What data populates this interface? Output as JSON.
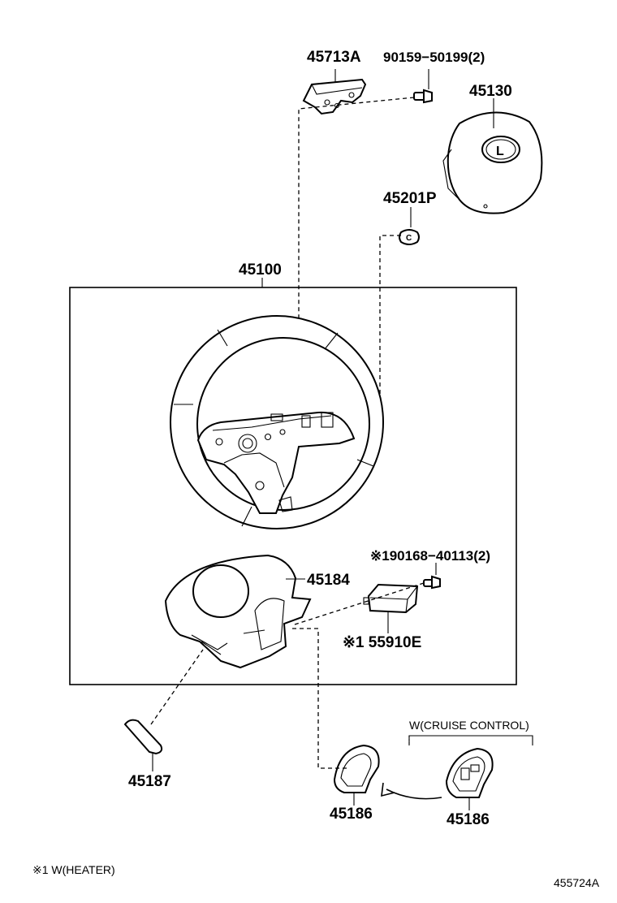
{
  "labels": {
    "p45713a": "45713A",
    "p90159": "90159−50199(2)",
    "p45130": "45130",
    "p45201p": "45201P",
    "p45100": "45100",
    "p90168": "※190168−40113(2)",
    "p45184": "45184",
    "p55910e": "※1 55910E",
    "p45187": "45187",
    "p45186a": "45186",
    "p45186b": "45186",
    "cruise": "W(CRUISE CONTROL)"
  },
  "footer": {
    "note": "※1 W(HEATER)",
    "code": "455724A"
  },
  "emblem": "L"
}
